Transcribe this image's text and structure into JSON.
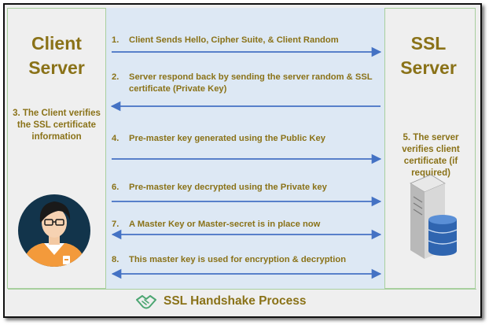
{
  "client_title": [
    "Client",
    "Server"
  ],
  "server_title": [
    "SSL",
    "Server"
  ],
  "client_note": "3. The Client verifies the SSL certificate information",
  "server_note": "5. The server verifies client certificate (if required)",
  "steps": [
    {
      "num": "1.",
      "text": "Client Sends Hello, Cipher Suite, & Client Random",
      "direction": "right"
    },
    {
      "num": "2.",
      "text": "Server respond back by sending the server random & SSL certificate (Private Key)",
      "direction": "left"
    },
    {
      "num": "4.",
      "text": "Pre-master key generated using the Public Key",
      "direction": "right"
    },
    {
      "num": "6.",
      "text": "Pre-master key decrypted using the Private key",
      "direction": "right"
    },
    {
      "num": "7.",
      "text": "A Master Key or Master-secret is in place now",
      "direction": "both"
    },
    {
      "num": "8.",
      "text": "This master key is used for encryption & decryption",
      "direction": "both"
    }
  ],
  "footer_title": "SSL Handshake Process",
  "icons": [
    "user-avatar-icon",
    "server-database-icon",
    "handshake-icon"
  ],
  "colors": {
    "text": "#8a7218",
    "arrow": "#4472c4",
    "center_panel": "#dde8f4",
    "side_panel": "#efefef",
    "divider": "#a8cf9e"
  }
}
